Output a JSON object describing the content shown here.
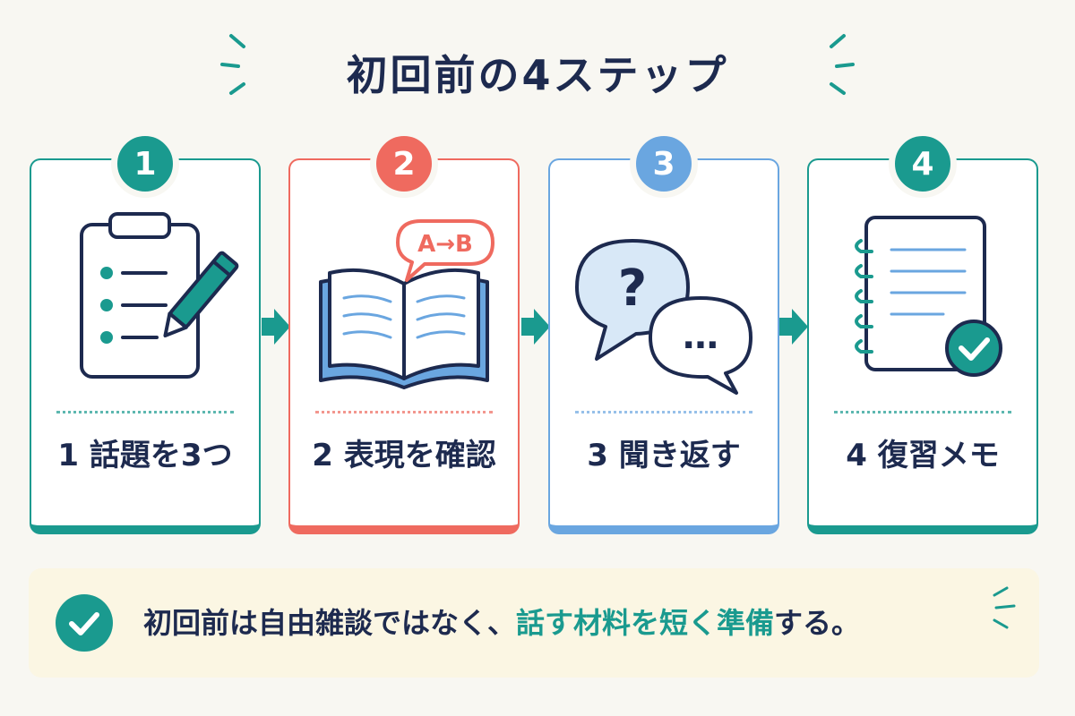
{
  "title": "初回前の4ステップ",
  "colors": {
    "teal": "#1a9a8f",
    "coral": "#ef6a5f",
    "blue": "#6aa6e0",
    "navy": "#1d2a4f"
  },
  "steps": [
    {
      "number": "1",
      "label": "1 話題を3つ",
      "icon": "clipboard-pencil-icon",
      "color": "#1a9a8f"
    },
    {
      "number": "2",
      "label": "2 表現を確認",
      "icon": "book-translation-icon",
      "bubble_text": "A→B",
      "color": "#ef6a5f"
    },
    {
      "number": "3",
      "label": "3 聞き返す",
      "icon": "question-speech-bubbles-icon",
      "bubble_q": "?",
      "bubble_dots": "…",
      "color": "#6aa6e0"
    },
    {
      "number": "4",
      "label": "4 復習メモ",
      "icon": "notebook-check-icon",
      "color": "#1a9a8f"
    }
  ],
  "note": {
    "text_before": "初回前は自由雑談ではなく、",
    "text_highlight": "話す材料を短く準備",
    "text_after": "する。"
  }
}
